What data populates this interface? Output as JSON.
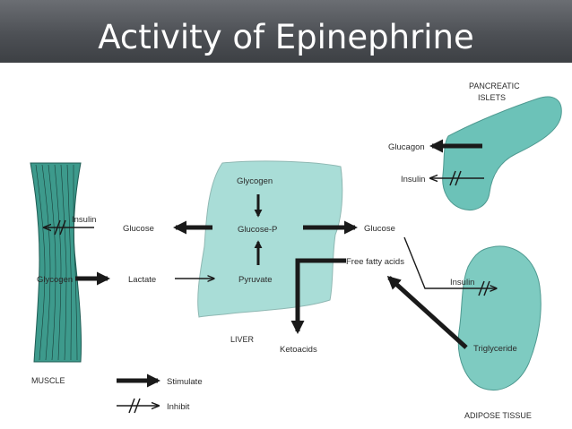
{
  "title": "Activity of Epinephrine",
  "organs": {
    "muscle": "MUSCLE",
    "liver": "LIVER",
    "pancreatic_islets_line1": "PANCREATIC",
    "pancreatic_islets_line2": "ISLETS",
    "adipose": "ADIPOSE TISSUE"
  },
  "labels": {
    "muscle_insulin": "Insulin",
    "muscle_glycogen": "Glycogen",
    "glucose_left": "Glucose",
    "lactate": "Lactate",
    "liver_glycogen": "Glycogen",
    "liver_glucose_p": "Glucose-P",
    "liver_pyruvate": "Pyruvate",
    "glucose_right": "Glucose",
    "free_fatty_acids": "Free fatty acids",
    "ketoacids": "Ketoacids",
    "glucagon": "Glucagon",
    "pancreas_insulin": "Insulin",
    "adipose_insulin": "Insulin",
    "triglyceride": "Triglyceride"
  },
  "legend": {
    "stimulate": "Stimulate",
    "inhibit": "Inhibit"
  },
  "colors": {
    "muscle": "#3d9a8c",
    "liver": "#a9ddd7",
    "pancreas": "#6cc2b8",
    "adipose": "#7ecbc1",
    "arrow": "#1a1a1a"
  }
}
